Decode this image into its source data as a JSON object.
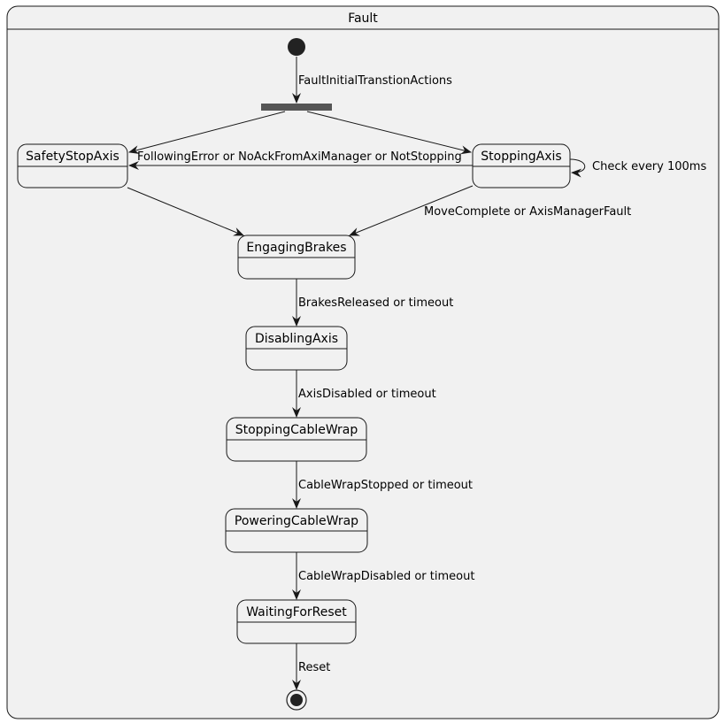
{
  "composite": {
    "title": "Fault"
  },
  "states": {
    "safety_stop_axis": "SafetyStopAxis",
    "stopping_axis": "StoppingAxis",
    "engaging_brakes": "EngagingBrakes",
    "disabling_axis": "DisablingAxis",
    "stopping_cable_wrap": "StoppingCableWrap",
    "powering_cable_wrap": "PoweringCableWrap",
    "waiting_for_reset": "WaitingForReset"
  },
  "transitions": {
    "initial": "FaultInitialTranstionActions",
    "stopping_to_safety": "FollowingError or NoAckFromAxiManager or NotStopping",
    "stopping_self": "Check every 100ms",
    "stopping_to_engaging": "MoveComplete or AxisManagerFault",
    "engaging_to_disabling": "BrakesReleased or timeout",
    "disabling_to_cablewrap": "AxisDisabled or timeout",
    "cablewrap_to_powering": "CableWrapStopped or timeout",
    "powering_to_waiting": "CableWrapDisabled or timeout",
    "waiting_to_final": "Reset"
  },
  "colors": {
    "fill": "#f1f1f1",
    "stroke": "#181818",
    "fork": "#555555",
    "node": "#222222"
  }
}
